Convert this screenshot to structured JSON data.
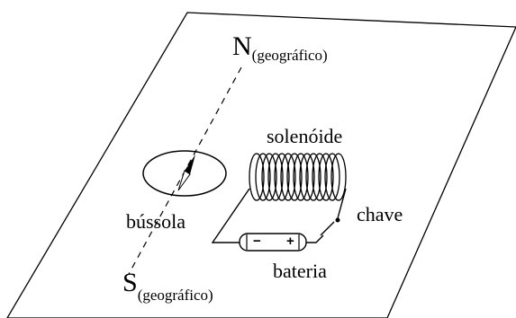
{
  "labels": {
    "north_letter": "N",
    "north_sub": "(geográfico)",
    "south_letter": "S",
    "south_sub": "(geográfico)",
    "solenoid": "solenóide",
    "compass": "bússola",
    "switch": "chave",
    "battery": "bateria",
    "minus": "−",
    "plus": "+"
  },
  "colors": {
    "ink": "#000000",
    "paper": "#ffffff"
  }
}
